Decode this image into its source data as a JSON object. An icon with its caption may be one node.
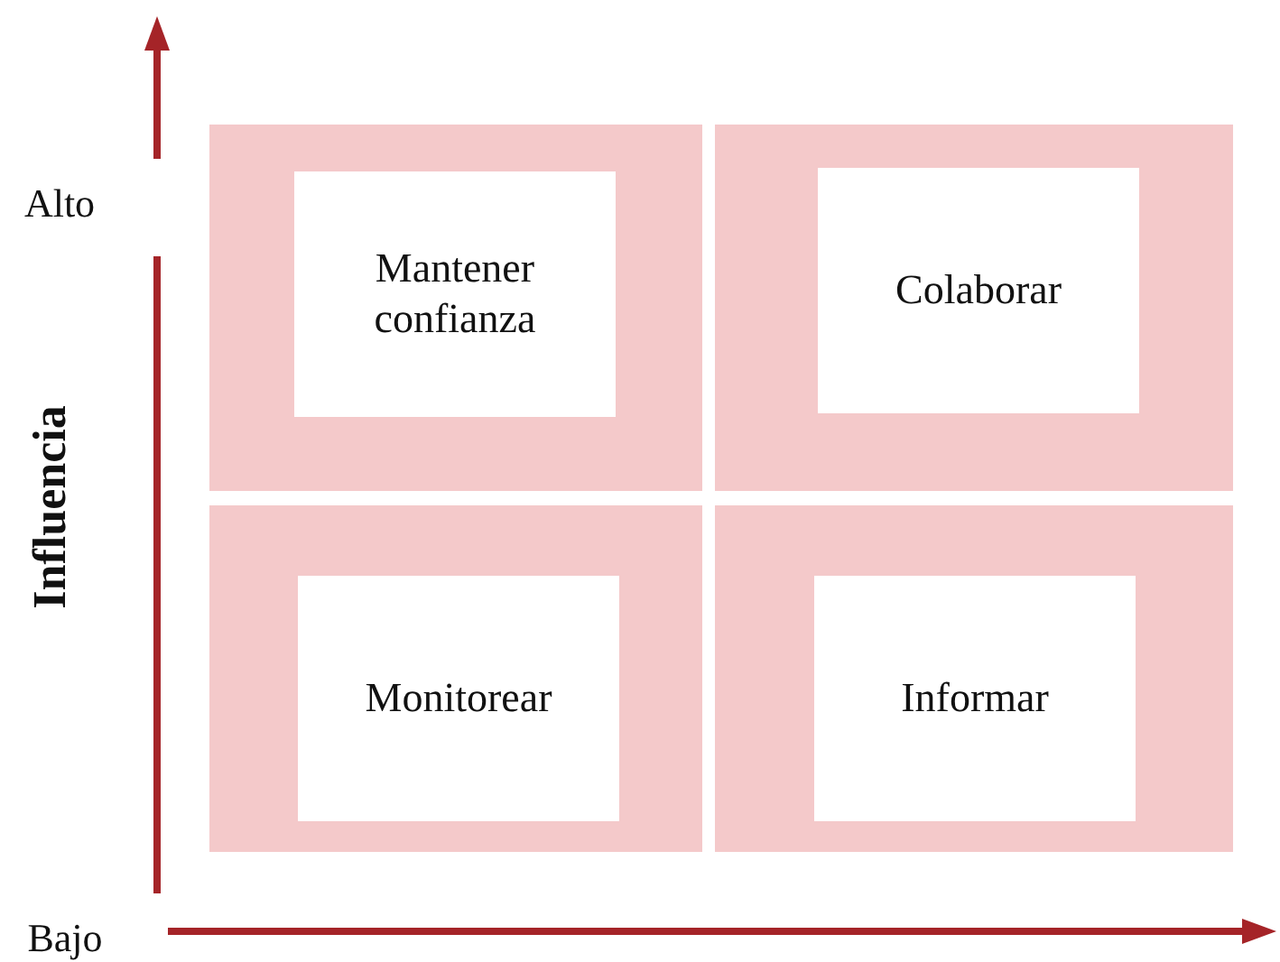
{
  "diagram": {
    "nodes": [
      {
        "text": [],
        "shape": "box"
      },
      {
        "text": [
          "Mantener confianza"
        ],
        "in": 0
      },
      {
        "text": [],
        "shape": "box"
      },
      {
        "text": [
          "Colaborar"
        ],
        "in": 2
      },
      {
        "text": [],
        "shape": "box"
      },
      {
        "text": [
          "Monitorear"
        ],
        "in": 4
      },
      {
        "text": [],
        "shape": "box"
      },
      {
        "text": [
          "Informar"
        ],
        "in": 6
      }
    ],
    "labels": [
      "Alto",
      "Influencia",
      "Bajo"
    ]
  }
}
